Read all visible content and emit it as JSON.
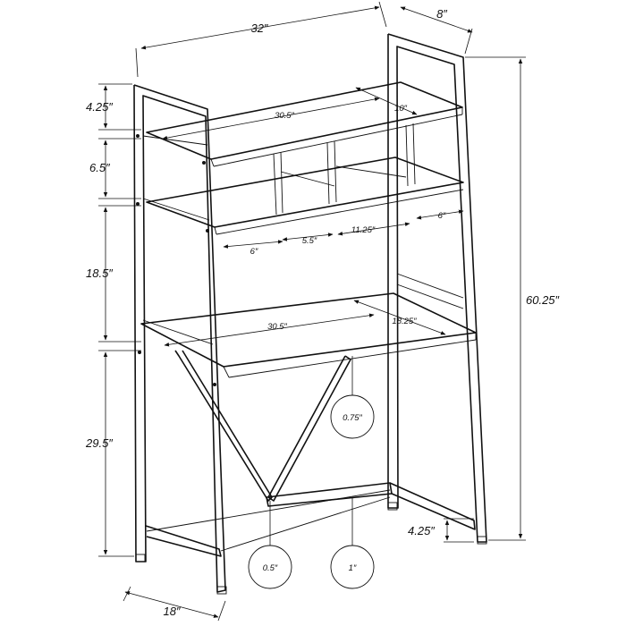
{
  "dimensions": {
    "overall_width": "32″",
    "overall_depth": "8″",
    "overall_height": "60.25″",
    "base_depth": "18″",
    "top_gap": "4.25″",
    "hutch_gap": "6.5″",
    "desk_gap": "18.5″",
    "desk_height": "29.5″",
    "foot_height": "4.25″",
    "top_shelf_width": "30.5″",
    "top_shelf_depth": "10″",
    "desk_width": "30.5″",
    "desk_depth": "18.25″",
    "cubby_1": "6″",
    "cubby_2": "5.5″",
    "cubby_3": "11.25″",
    "cubby_4": "6″"
  },
  "tube_sizes": {
    "small": "0.5″",
    "medium": "0.75″",
    "large": "1″"
  },
  "colors": {
    "line": "#111111",
    "background": "#ffffff"
  }
}
